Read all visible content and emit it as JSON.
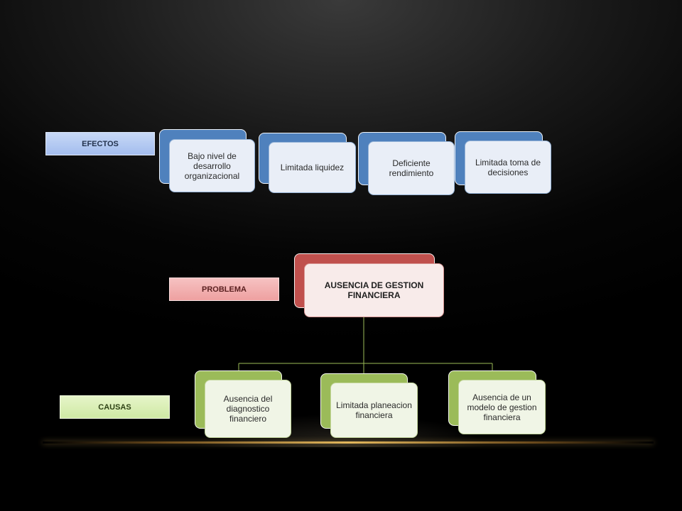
{
  "labels": {
    "efectos": "EFECTOS",
    "problema": "PROBLEMA",
    "causas": "CAUSAS"
  },
  "efectos": [
    {
      "text": "Bajo nivel de desarrollo organizacional"
    },
    {
      "text": "Limitada liquidez"
    },
    {
      "text": "Deficiente rendimiento"
    },
    {
      "text": "Limitada toma de decisiones"
    }
  ],
  "problema": {
    "text": "AUSENCIA DE GESTION FINANCIERA"
  },
  "causas": [
    {
      "text": "Ausencia del diagnostico financiero"
    },
    {
      "text": "Limitada planeacion financiera"
    },
    {
      "text": "Ausencia de un modelo de gestion financiera"
    }
  ],
  "colors": {
    "efectos_accent": "#4f81bd",
    "problema_accent": "#c0504d",
    "causas_accent": "#9bbb59",
    "connector": "#9bbb59"
  }
}
